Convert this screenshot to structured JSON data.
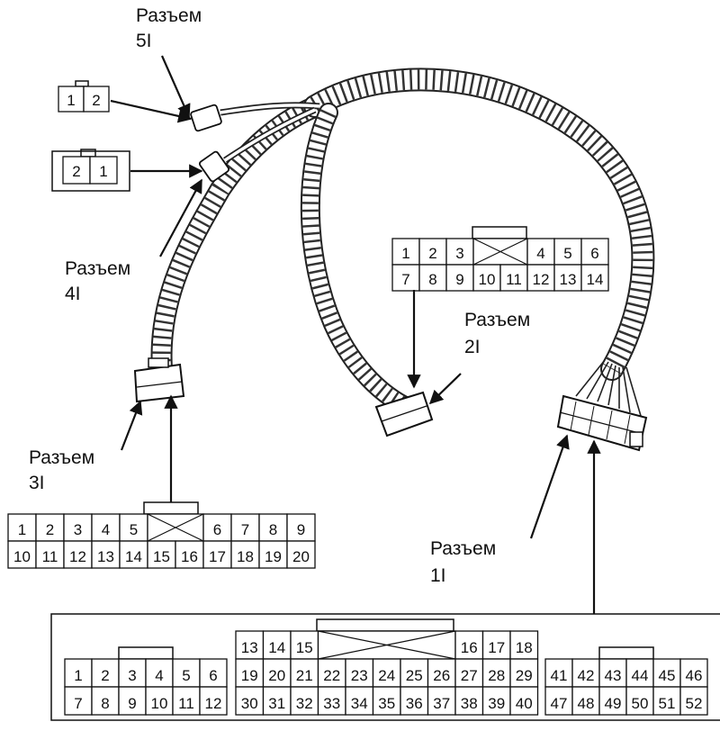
{
  "labels": {
    "c5": [
      "Разъем",
      "5I"
    ],
    "c4": [
      "Разъем",
      "4I"
    ],
    "c3": [
      "Разъем",
      "3I"
    ],
    "c2": [
      "Разъем",
      "2I"
    ],
    "c1": [
      "Разъем",
      "1I"
    ]
  },
  "pins": {
    "c5": [
      "1",
      "2"
    ],
    "c4": [
      "2",
      "1"
    ],
    "c2_top": [
      "1",
      "2",
      "3",
      "4",
      "5",
      "6"
    ],
    "c2_bottom": [
      "7",
      "8",
      "9",
      "10",
      "11",
      "12",
      "13",
      "14"
    ],
    "c3_top": [
      "1",
      "2",
      "3",
      "4",
      "5",
      "6",
      "7",
      "8",
      "9"
    ],
    "c3_bottom": [
      "10",
      "11",
      "12",
      "13",
      "14",
      "15",
      "16",
      "17",
      "18",
      "19",
      "20"
    ],
    "c1_left_top": [
      "1",
      "2",
      "3",
      "4",
      "5",
      "6"
    ],
    "c1_left_bottom": [
      "7",
      "8",
      "9",
      "10",
      "11",
      "12"
    ],
    "c1_mid_top": [
      "13",
      "14",
      "15",
      "16",
      "17",
      "18"
    ],
    "c1_mid_r2": [
      "19",
      "20",
      "21",
      "22",
      "23",
      "24",
      "25",
      "26",
      "27",
      "28",
      "29"
    ],
    "c1_mid_r3": [
      "30",
      "31",
      "32",
      "33",
      "34",
      "35",
      "36",
      "37",
      "38",
      "39",
      "40"
    ],
    "c1_right_top": [
      "41",
      "42",
      "43",
      "44",
      "45",
      "46"
    ],
    "c1_right_bottom": [
      "47",
      "48",
      "49",
      "50",
      "51",
      "52"
    ]
  }
}
